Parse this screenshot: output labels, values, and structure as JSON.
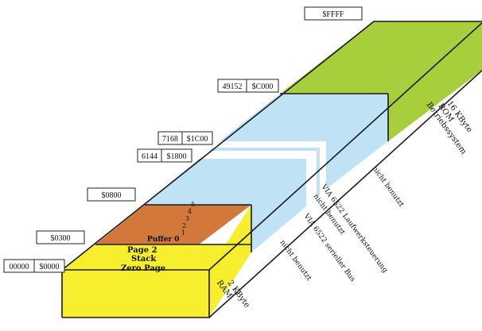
{
  "colors": {
    "ram_yellow": "#f7ee2e",
    "ram_orange": "#d2783a",
    "io_blue": "#bfe3f5",
    "rom_green": "#a7cf3c",
    "outline": "#1a1a1a"
  },
  "addresses": {
    "ffff": "$FFFF",
    "c000_dec": "49152",
    "c000_hex": "$C000",
    "1c00_dec": "7168",
    "1c00_hex": "$1C00",
    "1800_dec": "6144",
    "1800_hex": "$1800",
    "0800_hex": "$0800",
    "0300_hex": "$0300",
    "0000_dec": "00000",
    "0000_hex": "$0000"
  },
  "ram_labels": {
    "page2": "Page 2",
    "stack": "Stack",
    "zero_page": "Zero Page",
    "puffer": "Puffer 0",
    "n1": "1",
    "n2": "2",
    "n3": "3",
    "n4": "4",
    "n5": "5"
  },
  "side_labels": {
    "ram_size": "2 KByte",
    "ram_name": "RAM",
    "unused_low": "nicht benutzt",
    "via_bus": "VIA 6522 serieller Bus",
    "unused_mid": "nicht benutzt",
    "via_drive": "VIA 6522 Laufwerksteuerung",
    "unused_high": "nicht benutzt",
    "rom_size": "16 KByte",
    "rom_name": "ROM",
    "rom_desc": "Betriebssystem"
  }
}
